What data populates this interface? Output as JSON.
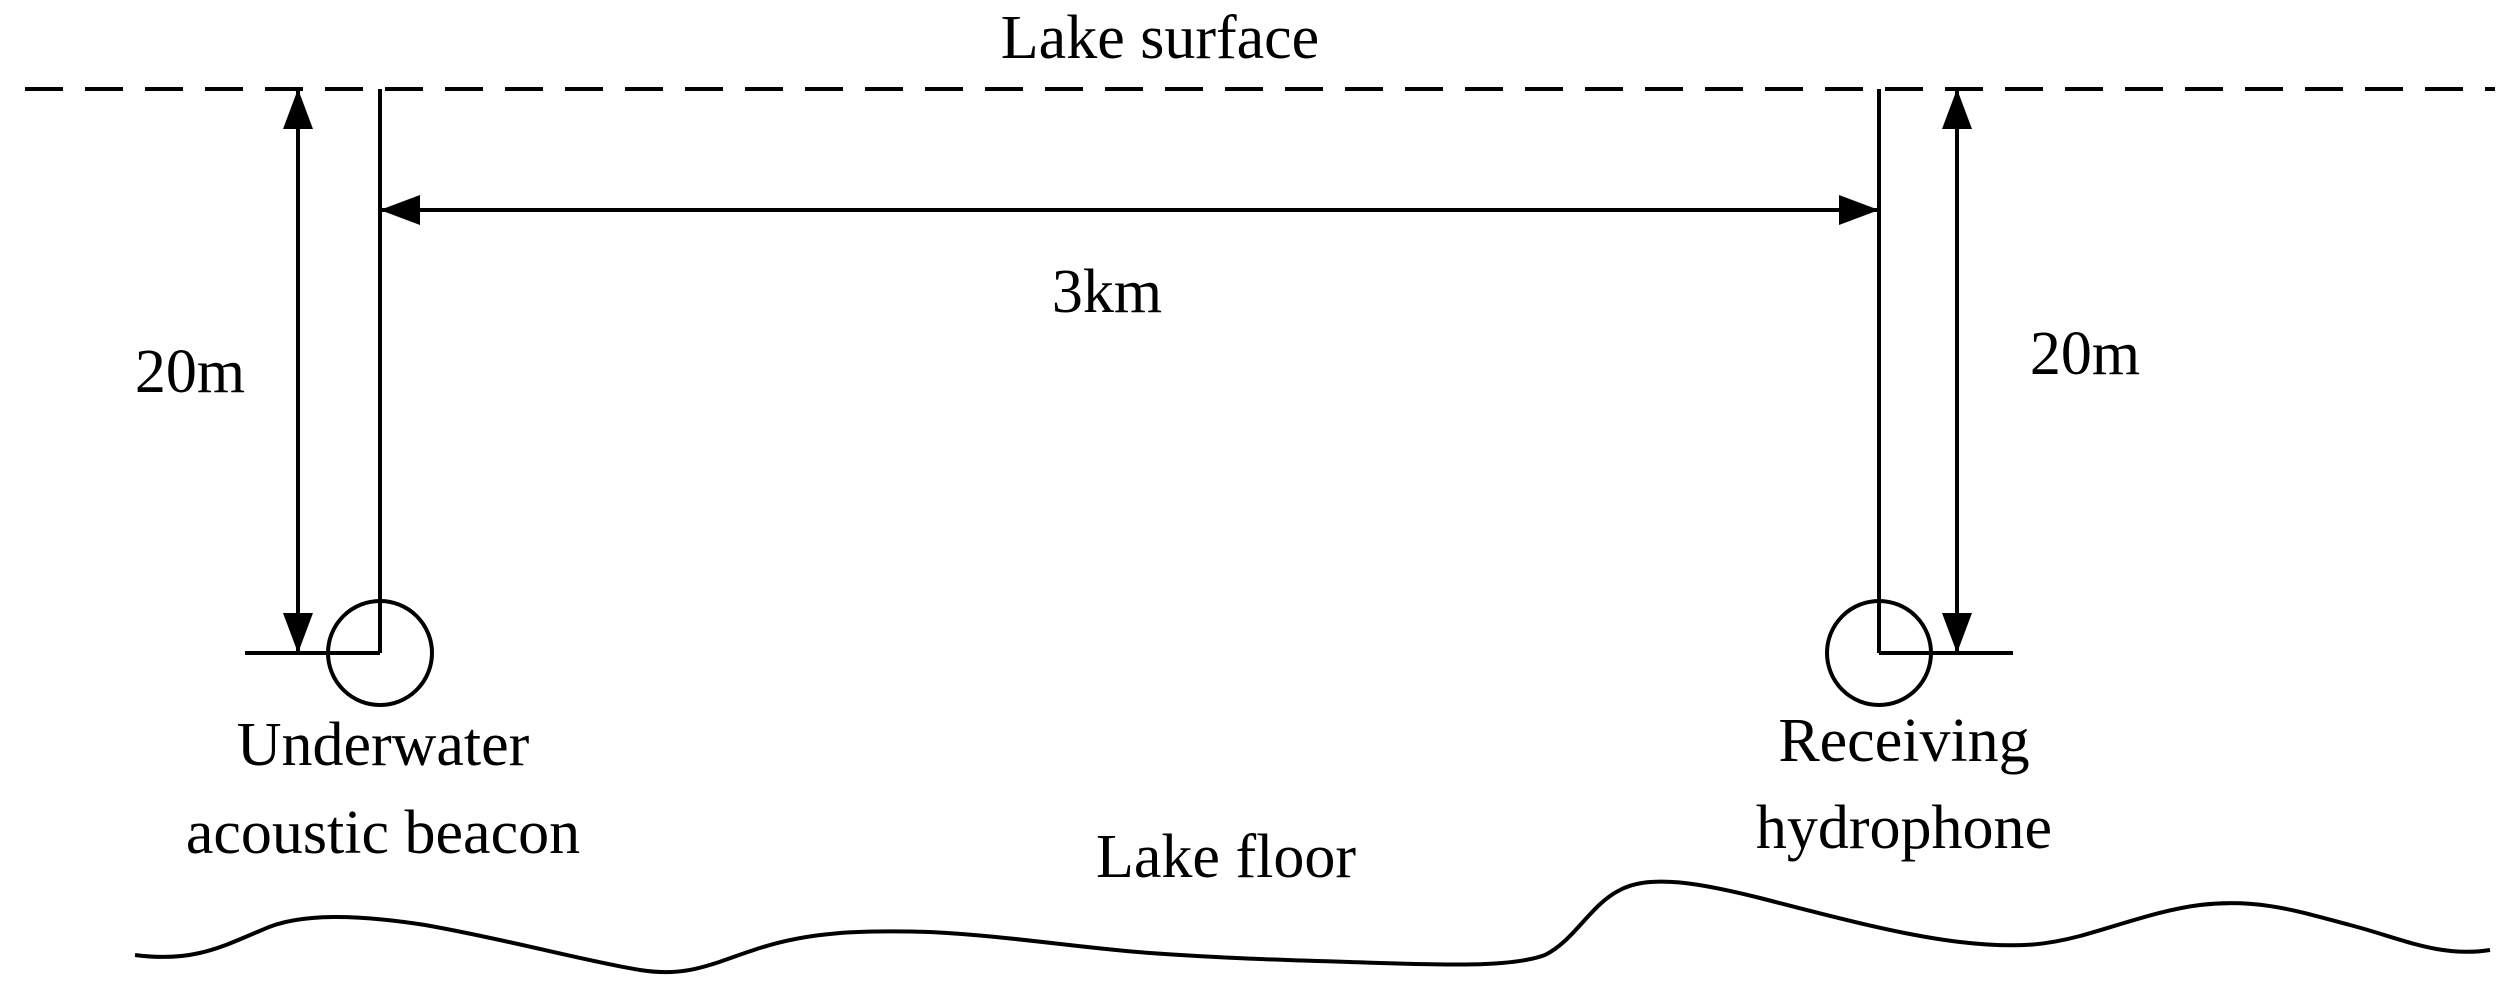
{
  "labels": {
    "lake_surface": "Lake surface",
    "lake_floor": "Lake floor",
    "horizontal_distance": "3km",
    "beacon_depth": "20m",
    "hydrophone_depth": "20m",
    "beacon_line1": "Underwater",
    "beacon_line2": "acoustic beacon",
    "hydrophone_line1": "Receiving",
    "hydrophone_line2": "hydrophone"
  },
  "colors": {
    "stroke": "#000000",
    "background": "#ffffff"
  }
}
